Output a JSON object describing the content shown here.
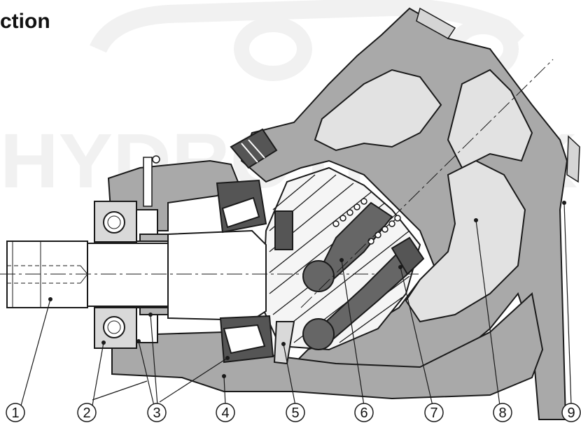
{
  "title": "ction",
  "watermark_text": "HYDROTRUCK",
  "callouts": [
    "1",
    "2",
    "3",
    "4",
    "5",
    "6",
    "7",
    "8",
    "9"
  ],
  "colors": {
    "housing": "#a9a9a9",
    "housing_dark": "#8c8c8c",
    "light_fill": "#e2e2e2",
    "line": "#1a1a1a",
    "watermark": "#f1f1f1"
  }
}
